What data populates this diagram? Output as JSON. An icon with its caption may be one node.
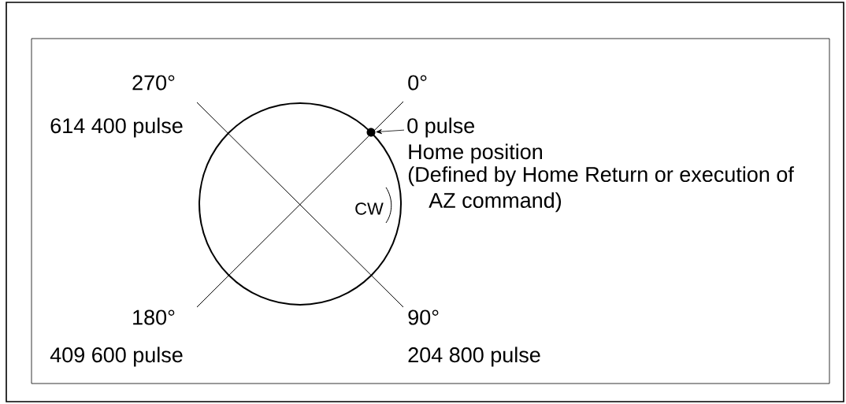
{
  "diagram": {
    "nodes": [
      {
        "text": [
          "0 pulse"
        ]
      },
      {
        "text": [],
        "shape": "circle"
      }
    ],
    "edges": [
      {
        "from": 0,
        "to": 1,
        "arrow": "to"
      }
    ],
    "labels": [
      "270°",
      "0°",
      "614 400 pulse",
      "Home position",
      "(Defined by Home Return or execution of AZ command)",
      "CW",
      "180°",
      "90°",
      "409 600 pulse",
      "204 800 pulse"
    ]
  }
}
